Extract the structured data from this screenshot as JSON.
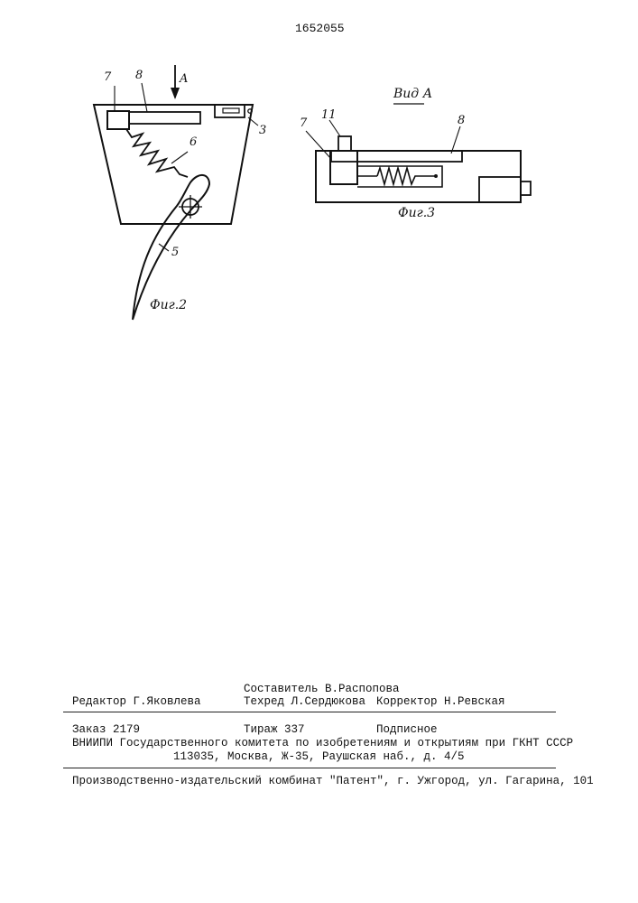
{
  "header": {
    "patent_number": "1652055"
  },
  "fig2": {
    "caption": "Фиг.2",
    "labels": {
      "n7": "7",
      "n8": "8",
      "arrow": "A",
      "n6": "6",
      "n3": "3",
      "n5": "5"
    }
  },
  "fig3": {
    "view_title": "Вид А",
    "caption": "Фиг.3",
    "labels": {
      "n7": "7",
      "n11": "11",
      "n8": "8"
    }
  },
  "colophon": {
    "compiler": "Составитель  В.Распопова",
    "editor": "Редактор Г.Яковлева",
    "techred": "Техред Л.Сердюкова",
    "corrector": "Корректор Н.Ревская",
    "order": "Заказ 2179",
    "circulation": "Тираж 337",
    "subscription": "Подписное",
    "org_line1": "ВНИИПИ Государственного комитета по изобретениям и открытиям при ГКНТ СССР",
    "org_line2": "113035, Москва, Ж-35, Раушская наб., д. 4/5",
    "publisher": "Производственно-издательский комбинат \"Патент\", г. Ужгород, ул. Гагарина, 101"
  }
}
